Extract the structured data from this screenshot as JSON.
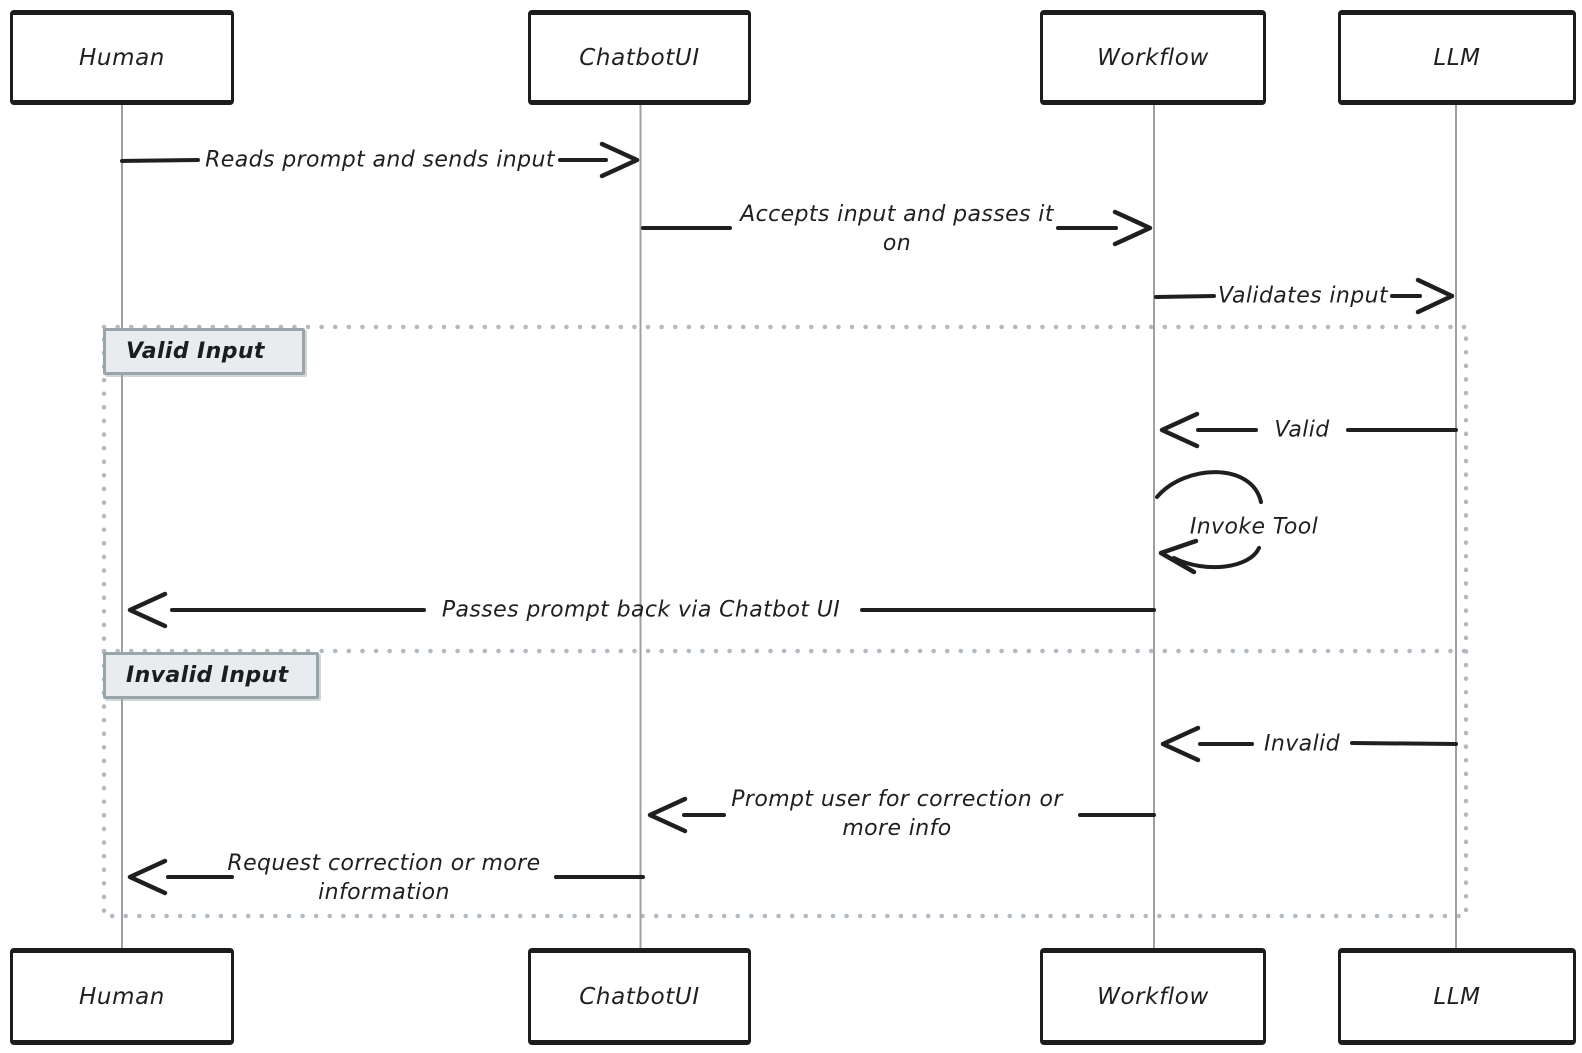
{
  "diagram": {
    "type": "sequence-diagram",
    "style": "hand-drawn",
    "actors": [
      {
        "id": "human",
        "label": "Human"
      },
      {
        "id": "chatbotui",
        "label": "ChatbotUI"
      },
      {
        "id": "workflow",
        "label": "Workflow"
      },
      {
        "id": "llm",
        "label": "LLM"
      }
    ],
    "sections": [
      {
        "label": "Valid Input"
      },
      {
        "label": "Invalid Input"
      }
    ],
    "messages": [
      {
        "from": "Human",
        "to": "ChatbotUI",
        "label": "Reads prompt and sends input",
        "section": null
      },
      {
        "from": "ChatbotUI",
        "to": "Workflow",
        "label": "Accepts input and passes it on",
        "section": null
      },
      {
        "from": "Workflow",
        "to": "LLM",
        "label": "Validates input",
        "section": null
      },
      {
        "from": "LLM",
        "to": "Workflow",
        "label": "Valid",
        "section": "Valid Input"
      },
      {
        "from": "Workflow",
        "to": "Workflow",
        "label": "Invoke Tool",
        "section": "Valid Input",
        "self": true
      },
      {
        "from": "Workflow",
        "to": "Human",
        "label": "Passes prompt back via Chatbot UI",
        "section": "Valid Input"
      },
      {
        "from": "LLM",
        "to": "Workflow",
        "label": "Invalid",
        "section": "Invalid Input"
      },
      {
        "from": "Workflow",
        "to": "ChatbotUI",
        "label": "Prompt user for correction or more info",
        "section": "Invalid Input"
      },
      {
        "from": "ChatbotUI",
        "to": "Human",
        "label": "Request correction or more information",
        "section": "Invalid Input"
      }
    ],
    "colors": {
      "ink": "#1d1f21",
      "lifeline": "#a0a0a0",
      "frame_dots": "#b2b9c0",
      "section_label_bg": "#e8ecee",
      "section_label_border": "#9aa4ab",
      "background": "#ffffff"
    }
  }
}
